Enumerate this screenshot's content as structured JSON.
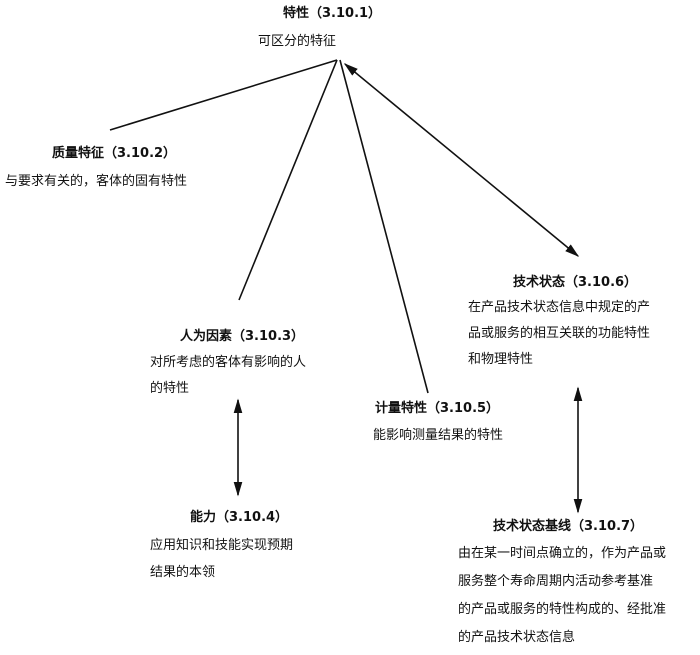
{
  "root": {
    "title": "特性（3.10.1）",
    "desc": [
      "可区分的特征"
    ]
  },
  "nodes": {
    "quality": {
      "title": "质量特征（3.10.2）",
      "desc": [
        "与要求有关的，客体的固有特性"
      ]
    },
    "human": {
      "title": "人为因素（3.10.3）",
      "desc": [
        "对所考虑的客体有影响的人",
        "的特性"
      ]
    },
    "competence": {
      "title": "能力（3.10.4）",
      "desc": [
        "应用知识和技能实现预期",
        "结果的本领"
      ]
    },
    "metrological": {
      "title": "计量特性（3.10.5）",
      "desc": [
        "能影响测量结果的特性"
      ]
    },
    "configuration": {
      "title": "技术状态（3.10.6）",
      "desc": [
        "在产品技术状态信息中规定的产",
        "品或服务的相互关联的功能特性",
        "和物理特性"
      ]
    },
    "baseline": {
      "title": "技术状态基线（3.10.7）",
      "desc": [
        "由在某一时间点确立的，作为产品或",
        "服务整个寿命周期内活动参考基准",
        "的产品或服务的特性构成的、经批准",
        "的产品技术状态信息"
      ]
    }
  }
}
